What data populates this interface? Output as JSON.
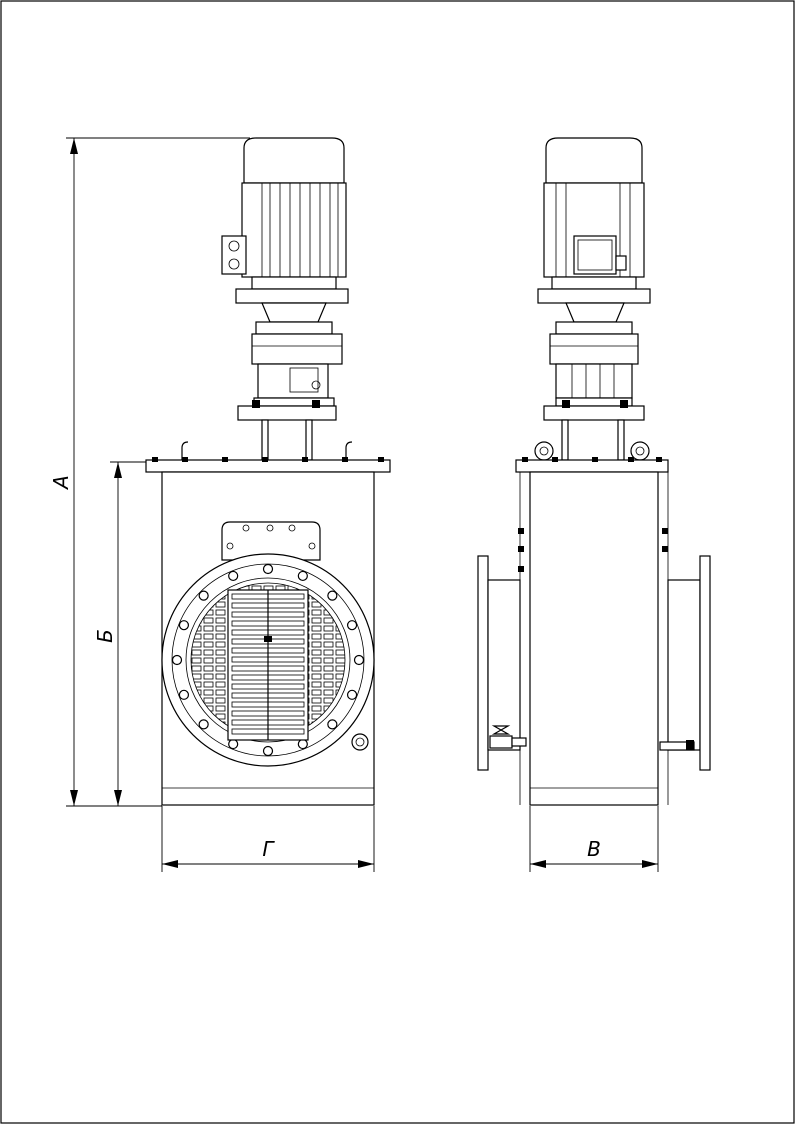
{
  "drawing": {
    "dimension_labels": {
      "overall_height": "А",
      "body_height": "Б",
      "side_width": "В",
      "front_width": "Г"
    }
  }
}
